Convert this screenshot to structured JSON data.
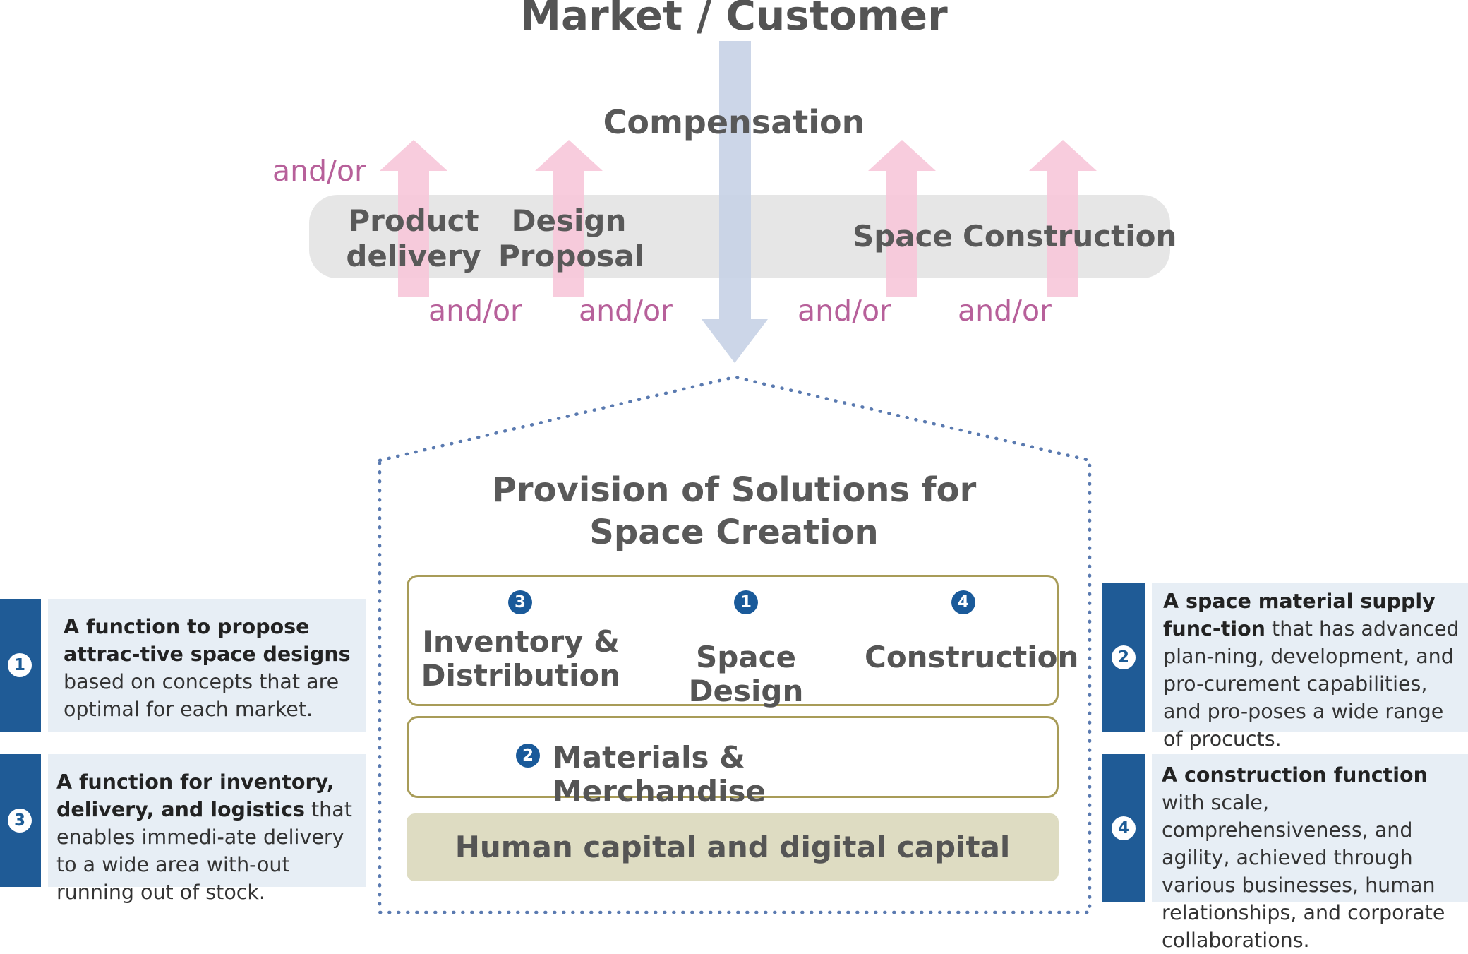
{
  "header": {
    "title": "Market / Customer"
  },
  "flow": {
    "compensation": "Compensation",
    "and_or": "and/or",
    "offerings": [
      {
        "line1": "Product",
        "line2": "delivery"
      },
      {
        "line1": "Design",
        "line2": "Proposal"
      },
      {
        "line1": "Space",
        "line2": ""
      },
      {
        "line1": "Construction",
        "line2": ""
      }
    ]
  },
  "house": {
    "title_line1": "Provision of Solutions for",
    "title_line2": "Space Creation",
    "functions": [
      {
        "num": "3",
        "line1": "Inventory &",
        "line2": "Distribution"
      },
      {
        "num": "1",
        "line1": "Space Design",
        "line2": ""
      },
      {
        "num": "4",
        "line1": "Construction",
        "line2": ""
      }
    ],
    "materials": {
      "num": "2",
      "label": "Materials & Merchandise"
    },
    "base": "Human capital and digital capital"
  },
  "side_notes": {
    "n1": {
      "num": "1",
      "bold": "A function to propose attrac-tive space designs",
      "rest": " based on concepts that are optimal for each market."
    },
    "n3": {
      "num": "3",
      "bold": "A function for inventory, delivery, and logistics",
      "rest": " that enables immedi-ate delivery to a wide area with-out running out of stock."
    },
    "n2": {
      "num": "2",
      "bold": "A space material supply func-tion",
      "rest": " that has advanced plan-ning, development, and pro-curement capabilities, and pro-poses a wide range of procucts."
    },
    "n4": {
      "num": "4",
      "bold": "A construction function",
      "rest": " with scale, comprehensiveness, and agility, achieved through various businesses, human relationships, and corporate collaborations."
    }
  },
  "colors": {
    "pink_arrow": "#f7c6d9",
    "blue_arrow": "#c8d3e6",
    "band": "#e6e6e6",
    "andor_text": "#b7609a",
    "navy": "#1f5b96",
    "side_bg": "#e7eef5",
    "olive_border": "#a89c58",
    "base_fill": "#dedcc2"
  }
}
